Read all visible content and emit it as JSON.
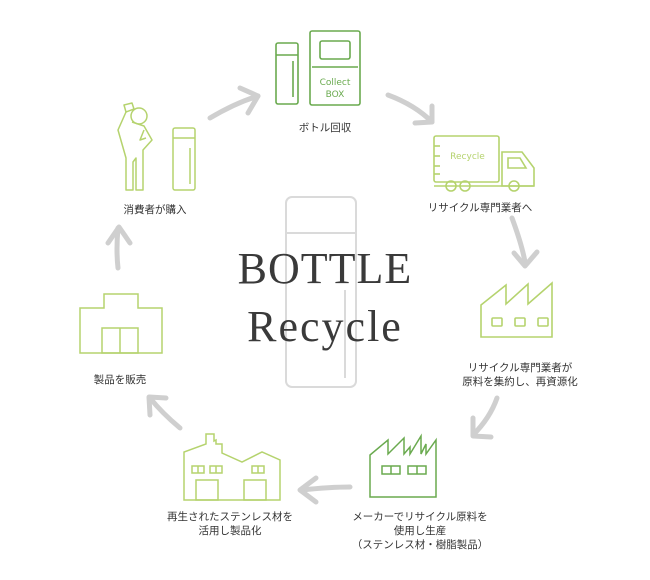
{
  "title": {
    "line1": "BOTTLE",
    "line2": "Recycle"
  },
  "colors": {
    "light_green": "#b5d36e",
    "mid_green": "#8bc34a",
    "dark_green": "#6aaa4f",
    "arrow_gray": "#cfcfcf",
    "center_bottle": "#d8d8d8"
  },
  "steps": [
    {
      "id": "collect",
      "label": "ボトル回収",
      "icon": "collect-box-icon",
      "box_text_1": "Collect",
      "box_text_2": "BOX"
    },
    {
      "id": "transport",
      "label": "リサイクル専門業者へ",
      "icon": "recycle-truck-icon",
      "truck_text": "Recycle"
    },
    {
      "id": "reprocess",
      "label_1": "リサイクル専門業者が",
      "label_2": "原料を集約し、再資源化",
      "icon": "factory-icon"
    },
    {
      "id": "manufacture",
      "label_1": "メーカーでリサイクル原料を",
      "label_2": "使用し生産",
      "label_3": "（ステンレス材・樹脂製品）",
      "icon": "manufacturer-factory-icon"
    },
    {
      "id": "productize",
      "label_1": "再生されたステンレス材を",
      "label_2": "活用し製品化",
      "icon": "workshop-icon"
    },
    {
      "id": "sell",
      "label": "製品を販売",
      "icon": "store-icon"
    },
    {
      "id": "purchase",
      "label": "消費者が購入",
      "icon": "consumer-drinking-icon"
    }
  ]
}
